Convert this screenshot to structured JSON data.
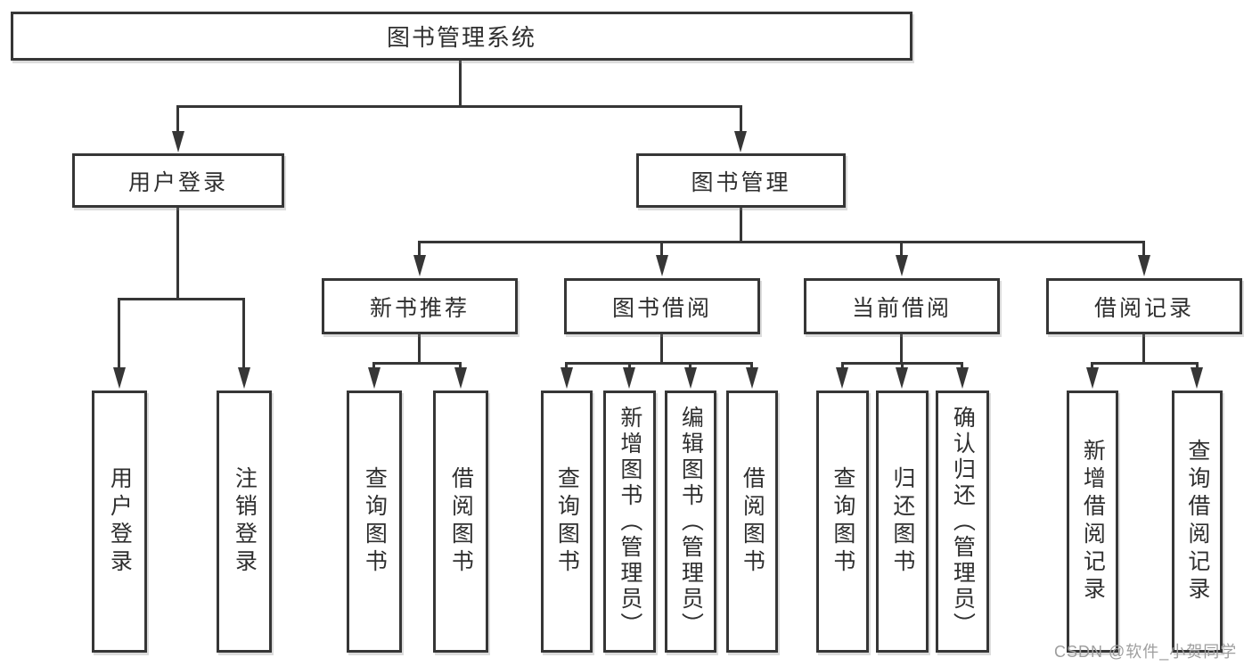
{
  "tree": {
    "label": "图书管理系统",
    "children": [
      {
        "label": "用户登录",
        "children": [
          {
            "label": "用户登录"
          },
          {
            "label": "注销登录"
          }
        ]
      },
      {
        "label": "图书管理",
        "children": [
          {
            "label": "新书推荐",
            "children": [
              {
                "label": "查询图书"
              },
              {
                "label": "借阅图书"
              }
            ]
          },
          {
            "label": "图书借阅",
            "children": [
              {
                "label": "查询图书"
              },
              {
                "label": "新增图书（管理员）"
              },
              {
                "label": "编辑图书（管理员）"
              },
              {
                "label": "借阅图书"
              }
            ]
          },
          {
            "label": "当前借阅",
            "children": [
              {
                "label": "查询图书"
              },
              {
                "label": "归还图书"
              },
              {
                "label": "确认归还（管理员）"
              }
            ]
          },
          {
            "label": "借阅记录",
            "children": [
              {
                "label": "新增借阅记录"
              },
              {
                "label": "查询借阅记录"
              }
            ]
          }
        ]
      }
    ]
  },
  "watermark": {
    "text": "CSDN @软件_小贺同学",
    "color": "#9e9e9e"
  },
  "colors": {
    "line": "#363636",
    "text": "#2f2f2f",
    "background": "#ffffff"
  }
}
